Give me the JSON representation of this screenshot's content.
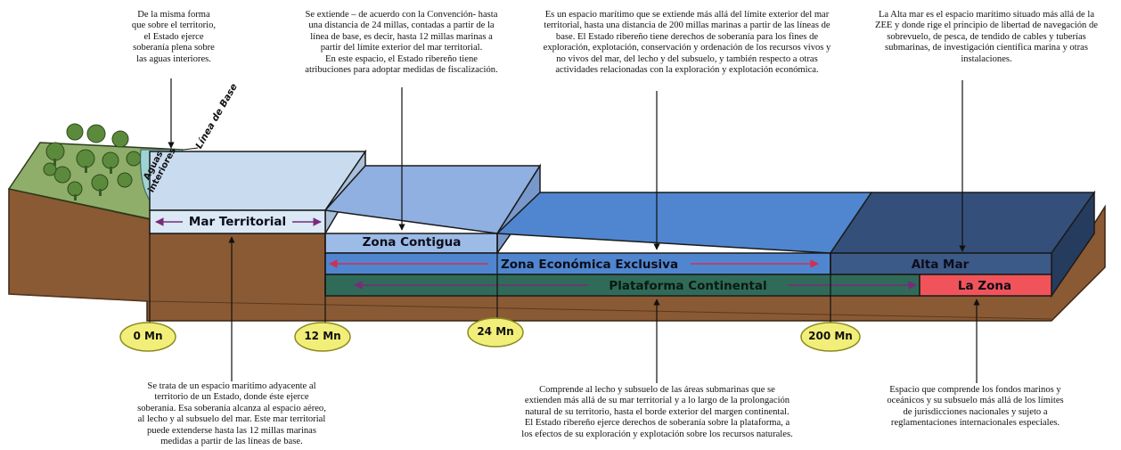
{
  "notes": {
    "inland_waters": "De la misma forma\nque sobre el territorio,\nel Estado ejerce\nsoberanía plena sobre\nlas aguas interiores.",
    "contiguous_zone": "Se extiende – de acuerdo con la Convención- hasta\nuna distancia de 24 millas, contadas a partir de la\nlínea de base, es decir, hasta 12 millas marinas a\npartir del límite exterior del mar territorial.\nEn este espacio, el Estado ribereño tiene\natribuciones para adoptar medidas de fiscalización.",
    "eez": "Es un espacio marítimo que se extiende más allá del límite exterior del mar\nterritorial, hasta una distancia de 200 millas marinas a partir de las líneas de\nbase. El Estado ribereño tiene derechos de soberanía para los fines de\nexploración, explotación, conservación y ordenación de los recursos vivos y\nno vivos del mar, del lecho y del subsuelo, y también respecto a otras\nactividades relacionadas con la exploración y explotación económica.",
    "high_seas": "La Alta mar es el espacio marítimo situado más allá de la\nZEE y donde rige el principio de libertad de navegación de\nsobrevuelo, de pesca, de tendido de cables y tuberías\nsubmarinas, de investigación científica marina y otras\ninstalaciones.",
    "territorial_sea": "Se trata de un espacio marítimo adyacente al\nterritorio de un Estado, donde éste ejerce\nsoberanía. Esa soberanía alcanza al espacio aéreo,\nal lecho y al subsuelo del mar. Este mar territorial\npuede extenderse hasta las 12 millas marinas\nmedidas a partir de las líneas de base.",
    "continental_shelf": "Comprende al lecho y subsuelo de las áreas submarinas que se\nextienden más allá de su mar territorial y a lo largo de la prolongación\nnatural de su territorio, hasta el borde exterior del margen continental.\nEl Estado ribereño ejerce derechos de soberanía sobre la plataforma, a\nlos efectos de su exploración y explotación sobre los recursos naturales.",
    "the_area": "Espacio que comprende los fondos marinos y\noceánicos y su subsuelo más allá de los límites\nde jurisdicciones nacionales y sujeto a\nreglamentaciones internacionales especiales."
  },
  "zones": {
    "territorial_sea": "Mar Territorial",
    "contiguous_zone": "Zona Contigua",
    "eez": "Zona Económica Exclusiva",
    "continental_shelf": "Plataforma Continental",
    "high_seas": "Alta Mar",
    "the_area": "La Zona",
    "inland_waters_line1": "Aguas",
    "inland_waters_line2": "interiores",
    "baseline": "Línea de Base"
  },
  "markers": [
    "0 Mn",
    "12 Mn",
    "24 Mn",
    "200 Mn"
  ],
  "colors": {
    "land_top": "#8fae6a",
    "earth": "#8a5a34",
    "territorial_sea": "#c9dcef",
    "contiguous_zone": "#8fb0e0",
    "eez": "#4f86cf",
    "high_seas": "#34507a",
    "continental_shelf": "#2f6b58",
    "the_area": "#f0545a",
    "marker_fill": "#f2ee7a",
    "arrow": "#7a2a7a"
  }
}
